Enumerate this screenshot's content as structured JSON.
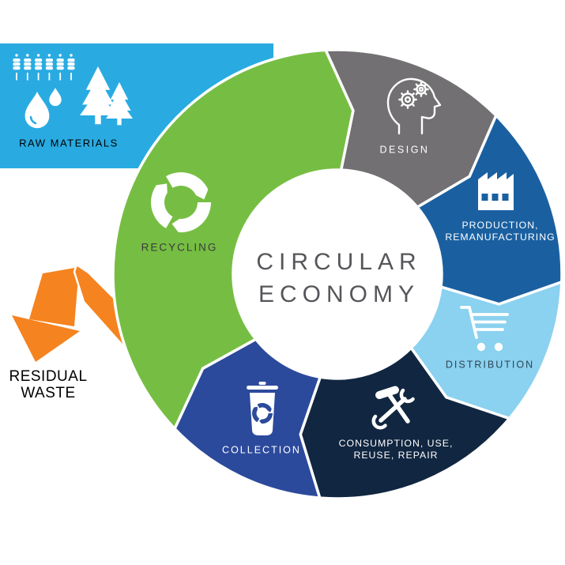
{
  "diagram_title": {
    "line1": "CIRCULAR",
    "line2": "ECONOMY"
  },
  "segments": [
    {
      "id": "design",
      "label": "DESIGN",
      "icon": "head-gears-icon",
      "color": "#727072",
      "start": -3,
      "end": 45
    },
    {
      "id": "production",
      "label_line1": "PRODUCTION,",
      "label_line2": "REMANUFACTURING",
      "icon": "factory-icon",
      "color": "#1A60A0",
      "start": 45,
      "end": 92
    },
    {
      "id": "distribution",
      "label": "DISTRIBUTION",
      "icon": "cart-icon",
      "color": "#8BD1F0",
      "start": 92,
      "end": 130
    },
    {
      "id": "consumption",
      "label_line1": "CONSUMPTION, USE,",
      "label_line2": "REUSE, REPAIR",
      "icon": "tools-icon",
      "color": "#112640",
      "start": 130,
      "end": 184.5
    },
    {
      "id": "collection",
      "label": "COLLECTION",
      "icon": "recycle-bin-icon",
      "color": "#2C4A9C",
      "start": 184.5,
      "end": 226.5
    },
    {
      "id": "recycling",
      "label": "RECYCLING",
      "icon": "recycle-arrows-icon",
      "color": "#76BE43",
      "start": 226.5,
      "end": 357
    }
  ],
  "callouts": {
    "raw_materials": {
      "label": "RAW MATERIALS",
      "box_color": "#29ABE2",
      "icons": [
        "wheat-icon",
        "water-drops-icon",
        "trees-icon"
      ]
    },
    "residual_waste": {
      "line1": "RESIDUAL",
      "line2": "WASTE",
      "arrow_color": "#F5831F"
    }
  },
  "colors": {
    "title": "#55565A",
    "dark_label": "#3B3A3D",
    "distribution_label": "#2C4653",
    "icon": "#FFFFFF"
  }
}
